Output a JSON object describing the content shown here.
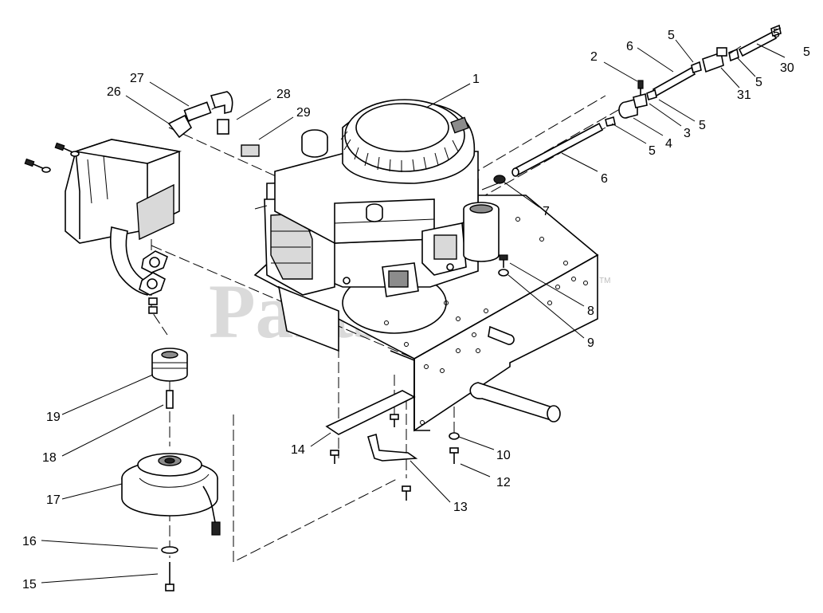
{
  "watermark": {
    "text": "PartsTree",
    "trademark": "TM"
  },
  "callouts": [
    {
      "id": "1",
      "label": "1"
    },
    {
      "id": "2",
      "label": "2"
    },
    {
      "id": "3",
      "label": "3"
    },
    {
      "id": "4",
      "label": "4"
    },
    {
      "id": "5a",
      "label": "5"
    },
    {
      "id": "5b",
      "label": "5"
    },
    {
      "id": "5c",
      "label": "5"
    },
    {
      "id": "5d",
      "label": "5"
    },
    {
      "id": "5e",
      "label": "5"
    },
    {
      "id": "5f",
      "label": "5"
    },
    {
      "id": "6a",
      "label": "6"
    },
    {
      "id": "6b",
      "label": "6"
    },
    {
      "id": "7",
      "label": "7"
    },
    {
      "id": "8",
      "label": "8"
    },
    {
      "id": "9",
      "label": "9"
    },
    {
      "id": "10",
      "label": "10"
    },
    {
      "id": "12",
      "label": "12"
    },
    {
      "id": "13",
      "label": "13"
    },
    {
      "id": "14",
      "label": "14"
    },
    {
      "id": "15",
      "label": "15"
    },
    {
      "id": "16",
      "label": "16"
    },
    {
      "id": "17",
      "label": "17"
    },
    {
      "id": "18",
      "label": "18"
    },
    {
      "id": "19",
      "label": "19"
    },
    {
      "id": "26",
      "label": "26"
    },
    {
      "id": "27",
      "label": "27"
    },
    {
      "id": "28",
      "label": "28"
    },
    {
      "id": "29",
      "label": "29"
    },
    {
      "id": "30",
      "label": "30"
    },
    {
      "id": "31",
      "label": "31"
    }
  ]
}
